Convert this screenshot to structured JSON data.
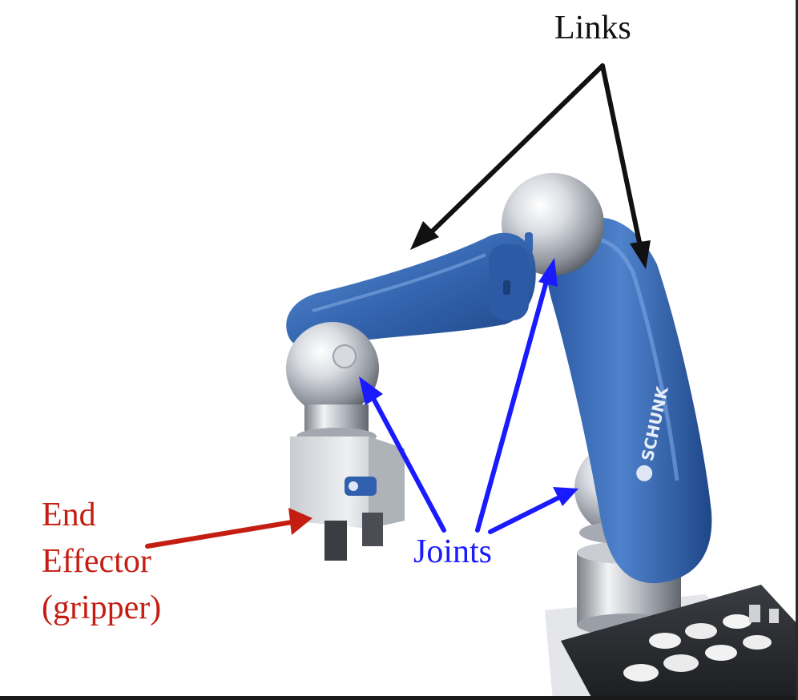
{
  "labels": {
    "links": "Links",
    "end_effector": [
      "End",
      "Effector",
      "(gripper)"
    ],
    "joints": "Joints"
  },
  "brand_text": "SCHUNK",
  "colors": {
    "links_label": "#111111",
    "end_effector_label": "#c41e12",
    "joints_label": "#1a1aff",
    "arm_blue": "#3566b0",
    "chrome": "#c9ccd2"
  }
}
